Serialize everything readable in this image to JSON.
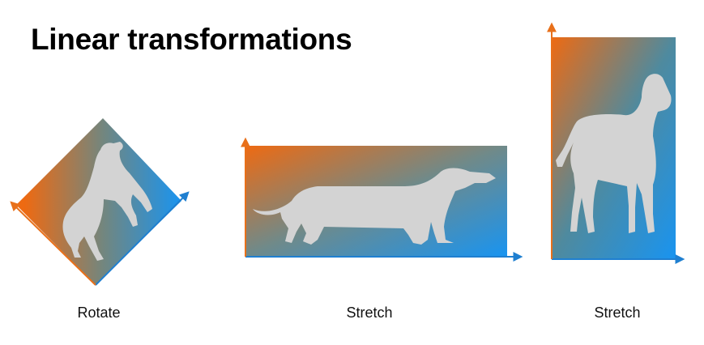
{
  "title": "Linear transformations",
  "panels": [
    {
      "caption": "Rotate"
    },
    {
      "caption": "Stretch"
    },
    {
      "caption": "Stretch"
    }
  ],
  "colors": {
    "gradient_start": "#ee6a12",
    "gradient_end": "#1994f0",
    "arrow_orange": "#e8701a",
    "arrow_blue": "#1f7fd0",
    "dog": "#d3d3d3"
  },
  "icons": {
    "dog": "dog-silhouette-icon"
  }
}
